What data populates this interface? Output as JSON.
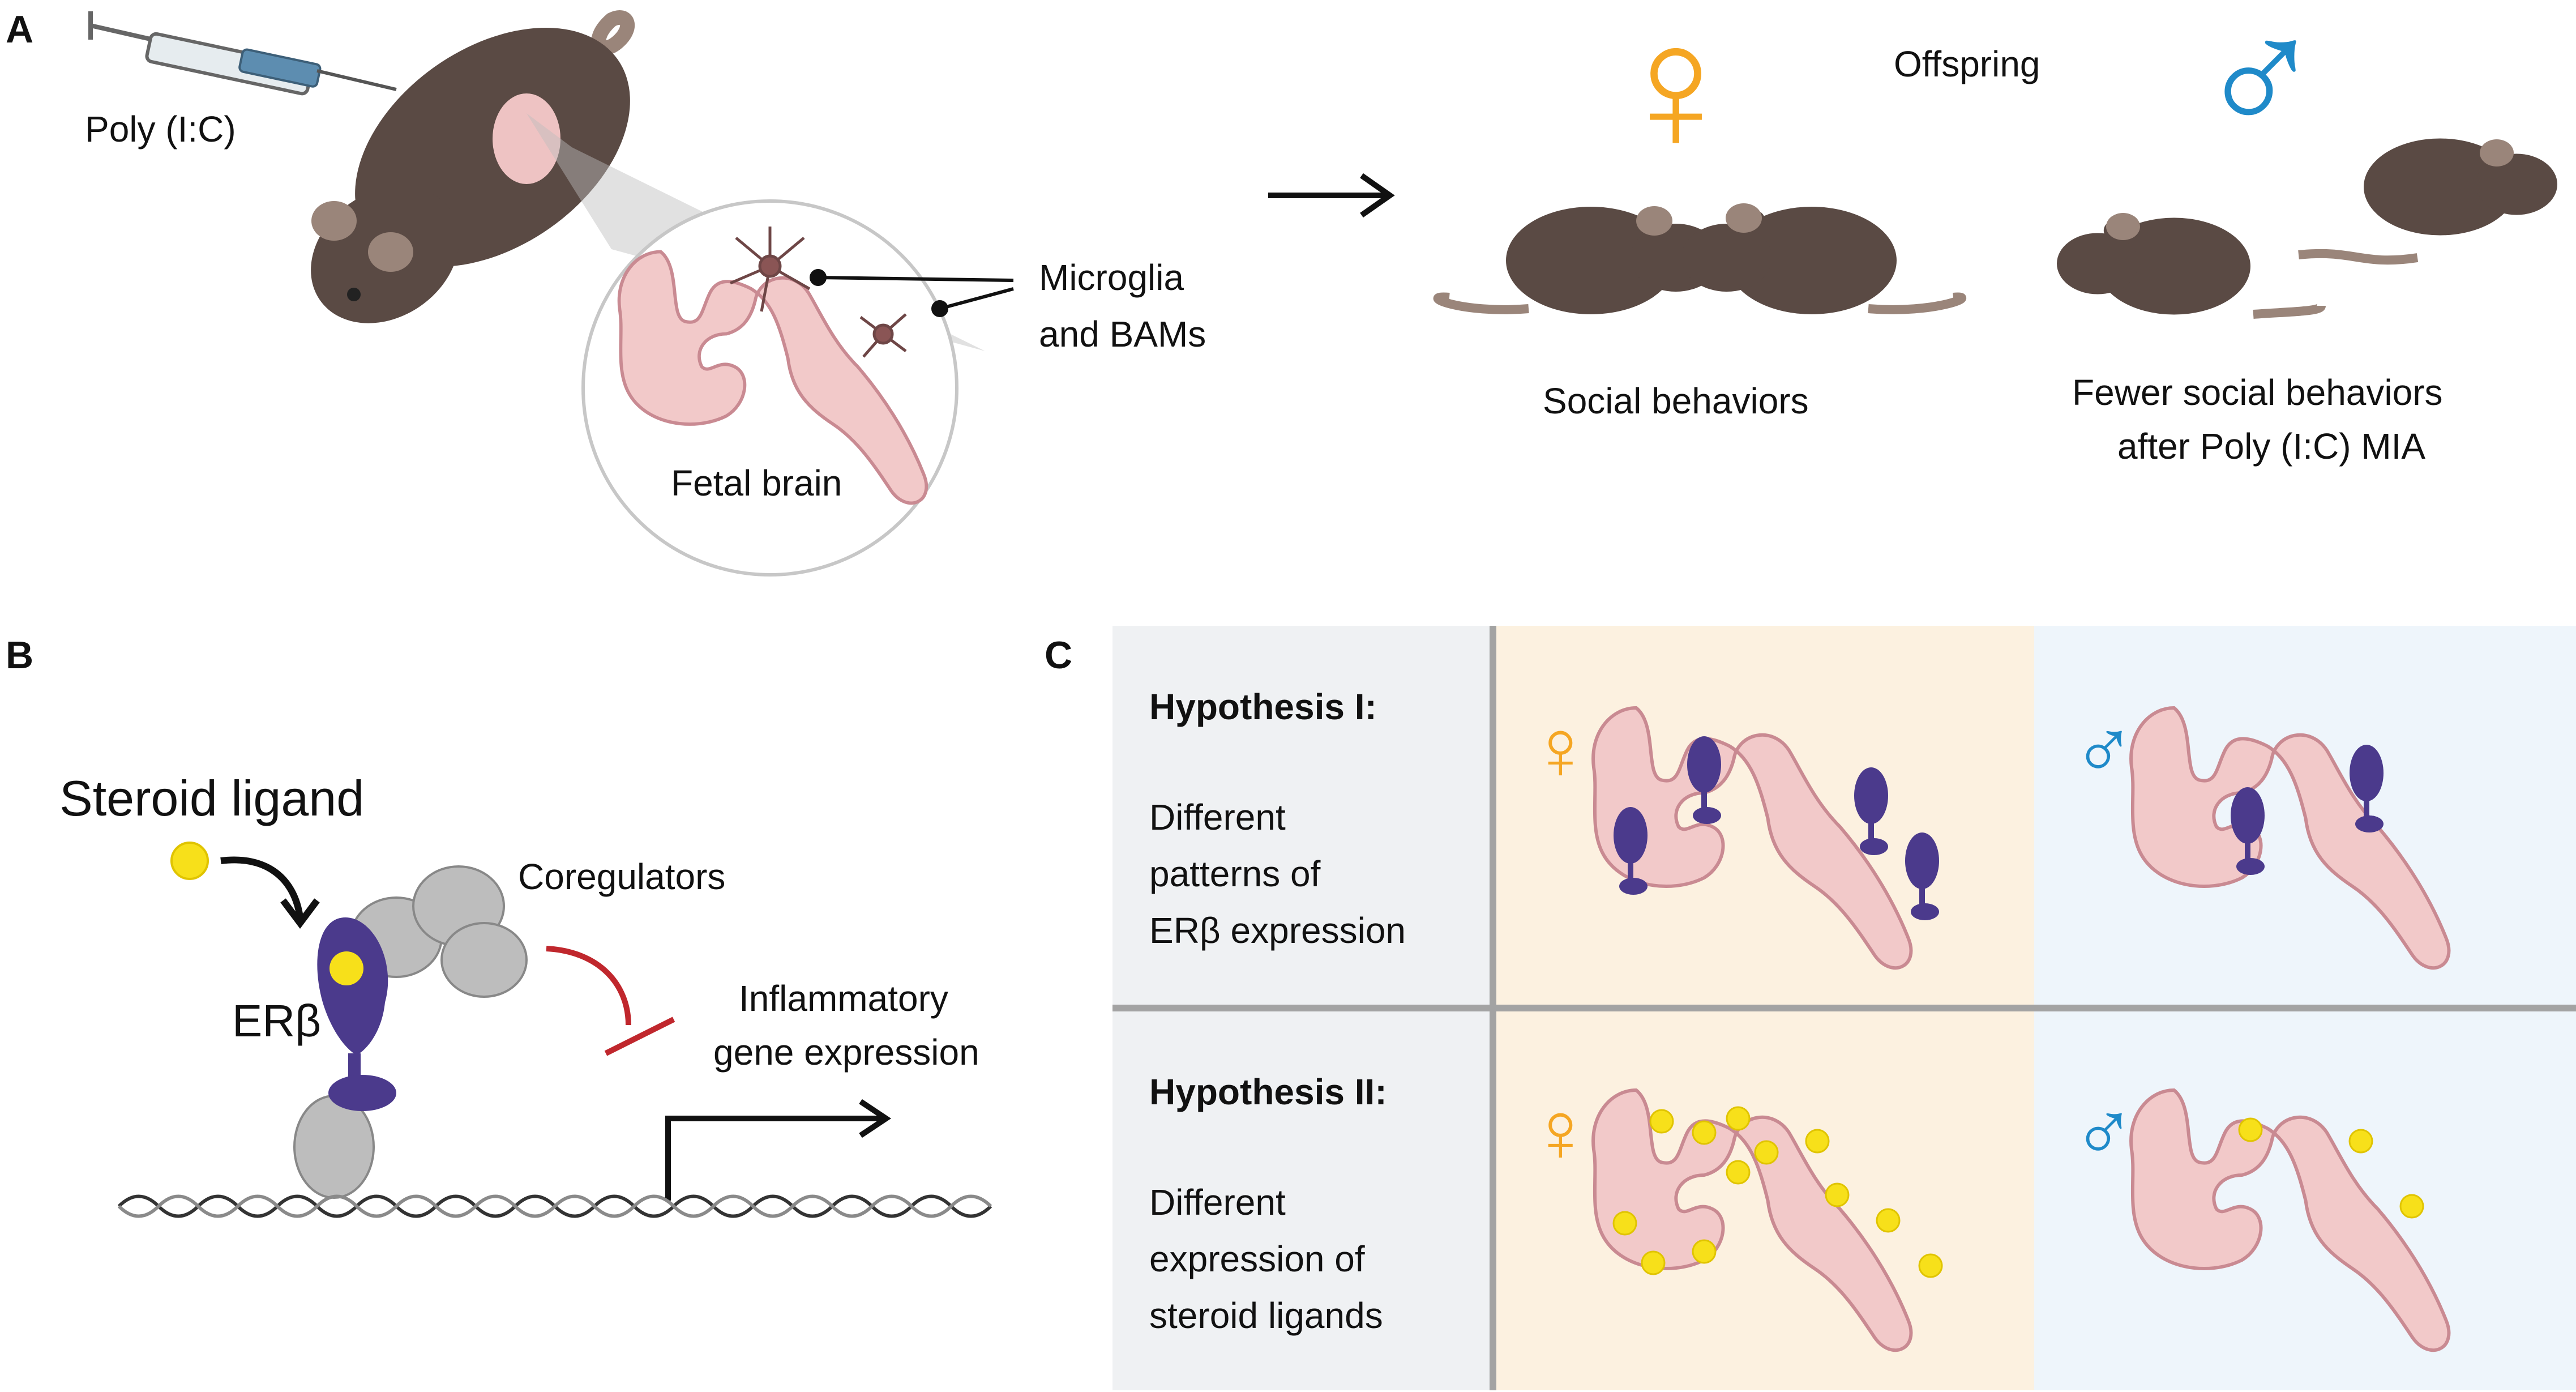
{
  "panels": {
    "a": {
      "letter": "A",
      "injection_label": "Poly (I:C)",
      "cells_label_line1": "Microglia",
      "cells_label_line2": "and BAMs",
      "brain_label": "Fetal brain",
      "offspring_label": "Offspring",
      "female_caption": "Social behaviors",
      "male_caption_line1": "Fewer social behaviors",
      "male_caption_line2": "after Poly (I:C) MIA"
    },
    "b": {
      "letter": "B",
      "ligand_label": "Steroid ligand",
      "coregulators_label": "Coregulators",
      "receptor_label": "ERβ",
      "gene_label_line1": "Inflammatory",
      "gene_label_line2": "gene expression"
    },
    "c": {
      "letter": "C",
      "hyp1_title": "Hypothesis I:",
      "hyp1_line1": "Different",
      "hyp1_line2": "patterns of",
      "hyp1_line3": "ERβ expression",
      "hyp2_title": "Hypothesis II:",
      "hyp2_line1": "Different",
      "hyp2_line2": "expression of",
      "hyp2_line3": "steroid ligands"
    }
  },
  "symbols": {
    "female": "♀",
    "male": "♂"
  },
  "colors": {
    "female": "#f5a623",
    "male": "#1f8ac9",
    "receptor": "#4b3a8c",
    "ligand": "#f7e01a",
    "brain_fill": "#f2c9c9",
    "brain_stroke": "#c98a92",
    "mouse": "#5a4a44",
    "inhibit": "#c0272d",
    "female_bg": "#fcf1e0",
    "male_bg": "#eef5fb",
    "label_bg": "#eff1f3"
  }
}
